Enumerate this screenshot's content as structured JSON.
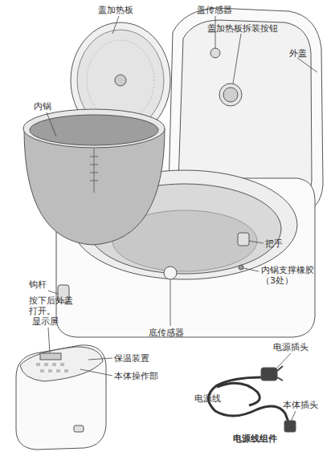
{
  "diagram": {
    "labels": [
      "盖加热板",
      "盖传感器",
      "盖加热板拆装按钮",
      "外盖",
      "内锅",
      "把手",
      "内锅支撑橡胶（3处）",
      "钩杆",
      "按下后外盖打开。",
      "底传感器",
      "显示屏",
      "保温装置",
      "本体操作部",
      "电源插头",
      "电源线",
      "本体插头",
      "电源线组件"
    ]
  }
}
